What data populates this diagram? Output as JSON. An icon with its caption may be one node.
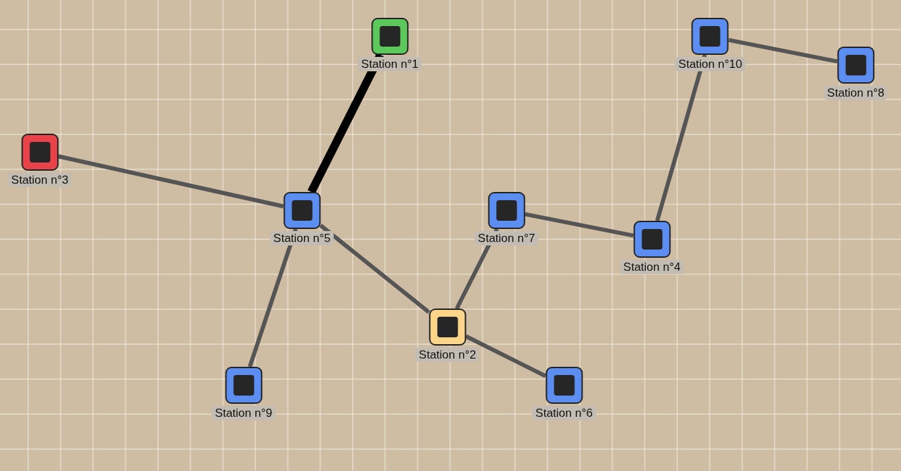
{
  "diagram": {
    "nodes": [
      {
        "text": [
          "Station n°1"
        ]
      },
      {
        "text": [
          "Station n°2"
        ]
      },
      {
        "text": [
          "Station n°3"
        ]
      },
      {
        "text": [
          "Station n°4"
        ]
      },
      {
        "text": [
          "Station n°5"
        ]
      },
      {
        "text": [
          "Station n°6"
        ]
      },
      {
        "text": [
          "Station n°7"
        ]
      },
      {
        "text": [
          "Station n°8"
        ]
      },
      {
        "text": [
          "Station n°9"
        ]
      },
      {
        "text": [
          "Station n°10"
        ]
      }
    ],
    "edges": [
      {
        "from": 0,
        "to": 4,
        "arrow": "none",
        "style": "thick",
        "color": "#000000"
      },
      {
        "from": 4,
        "to": 2,
        "arrow": "none"
      },
      {
        "from": 4,
        "to": 8,
        "arrow": "none"
      },
      {
        "from": 4,
        "to": 1,
        "arrow": "none"
      },
      {
        "from": 1,
        "to": 6,
        "arrow": "none"
      },
      {
        "from": 1,
        "to": 5,
        "arrow": "none"
      },
      {
        "from": 6,
        "to": 3,
        "arrow": "none"
      },
      {
        "from": 3,
        "to": 9,
        "arrow": "none"
      },
      {
        "from": 9,
        "to": 7,
        "arrow": "none"
      }
    ]
  }
}
